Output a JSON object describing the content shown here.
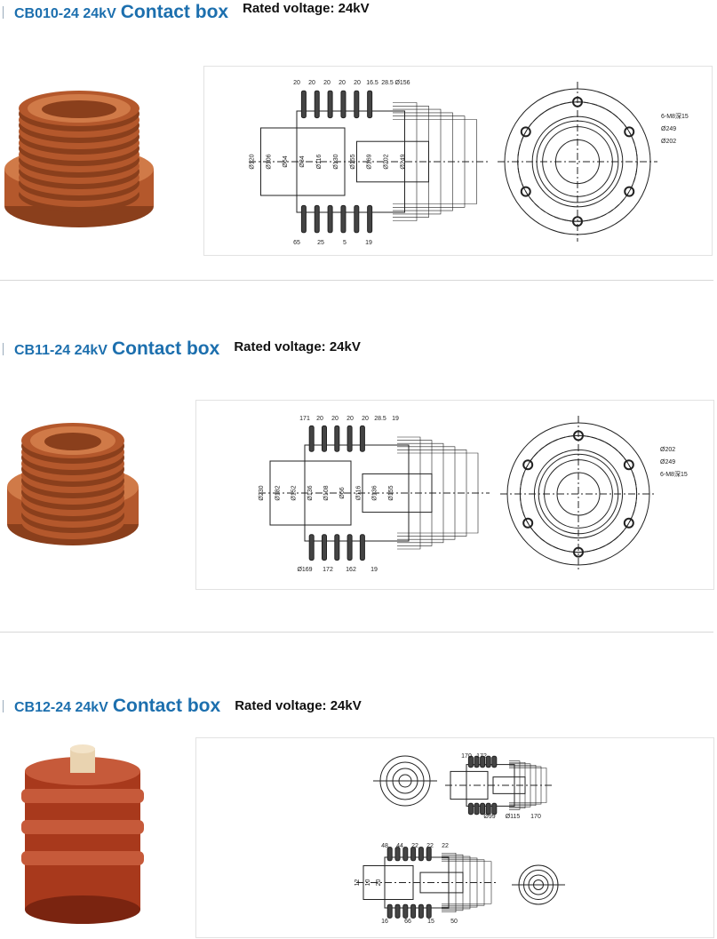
{
  "sections": [
    {
      "model": "CB010-24 24kV",
      "title": "Contact box",
      "rated": "Rated voltage: 24kV",
      "side_dims": [
        "20",
        "20",
        "20",
        "20",
        "20",
        "16.5",
        "28.5",
        "Ø156",
        "Ø120",
        "Ø106",
        "Ø64",
        "Ø84",
        "Ø116",
        "Ø130",
        "Ø155",
        "Ø169",
        "Ø202",
        "Ø249",
        "65",
        "25",
        "5",
        "19"
      ],
      "end_dims": [
        "6-M8深15",
        "Ø249",
        "Ø202"
      ]
    },
    {
      "model": "CB11-24 24kV",
      "title": "Contact box",
      "rated": "Rated voltage: 24kV",
      "side_dims": [
        "171",
        "20",
        "20",
        "20",
        "20",
        "28.5",
        "19",
        "Ø230",
        "Ø182",
        "Ø152",
        "Ø136",
        "Ø108",
        "Ø66",
        "Ø116",
        "Ø136",
        "Ø155",
        "Ø169",
        "172",
        "162",
        "19"
      ],
      "end_dims": [
        "Ø202",
        "Ø249",
        "6-M8深15"
      ]
    },
    {
      "model": "CB12-24 24kV",
      "title": "Contact box",
      "rated": "Rated voltage: 24kV",
      "side_dims": [
        "170",
        "172",
        "Ø99",
        "Ø115",
        "170",
        "48",
        "44",
        "22",
        "22",
        "22",
        "12",
        "10",
        "20",
        "16",
        "66",
        "15",
        "50"
      ],
      "end_dims": []
    }
  ],
  "colors": {
    "accent": "#1c6fae",
    "porcelain1": "#b4582c",
    "porcelain3": "#a8391c"
  }
}
